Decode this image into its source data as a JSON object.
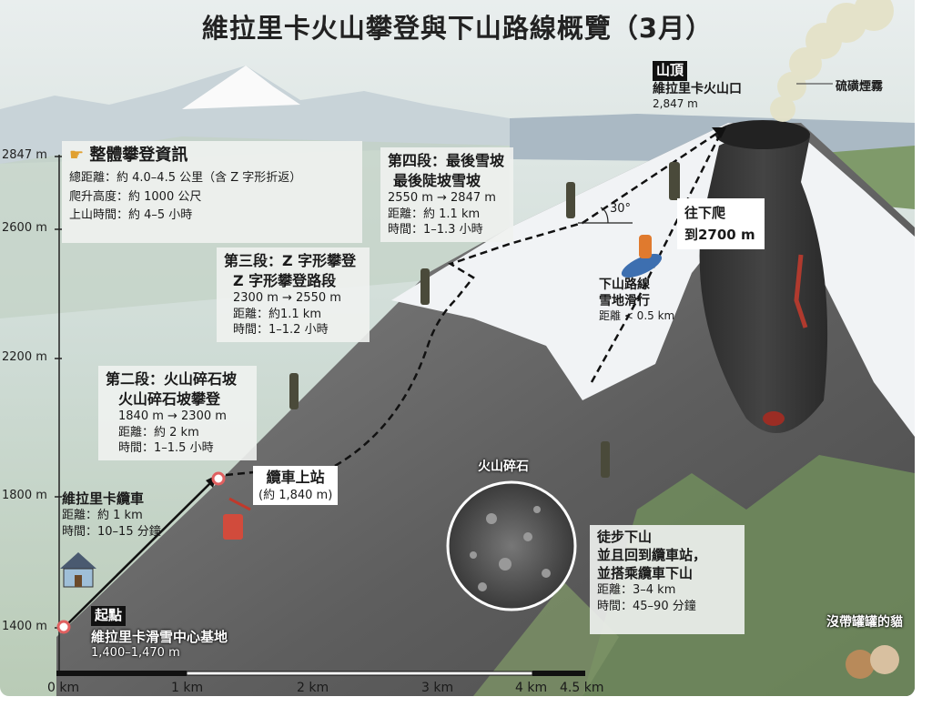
{
  "title": "維拉里卡火山攀登與下山路線概覽（3月）",
  "y_axis": [
    "2847 m",
    "2600 m",
    "2200 m",
    "1800 m",
    "1400 m"
  ],
  "x_axis": [
    "0 km",
    "1 km",
    "2 km",
    "3 km",
    "4 km",
    "4.5 km"
  ],
  "overview": {
    "icon": "pointing-hand-icon",
    "heading": "整體攀登資訊",
    "lines": [
      "總距離：約 4.0–4.5 公里（含 Z 字形折返）",
      "爬升高度：約 1000 公尺",
      "上山時間：約 4–5 小時"
    ]
  },
  "section4": {
    "h1": "第四段：最後雪坡",
    "h2": "最後陡坡雪坡",
    "alt": "2550 m → 2847 m",
    "dist": "距離：約 1.1 km",
    "time": "時間：1–1.3 小時"
  },
  "section3": {
    "h1": "第三段：Z 字形攀登",
    "h2": "Z 字形攀登路段",
    "alt": "2300 m → 2550 m",
    "dist": "距離：約1.1 km",
    "time": "時間：1–1.2 小時"
  },
  "section2": {
    "h1": "第二段：火山碎石坡",
    "h2": "火山碎石坡攀登",
    "alt": "1840 m → 2300 m",
    "dist": "距離：約 2  km",
    "time": "時間：1–1.5 小時"
  },
  "cable_station": {
    "name": "纜車上站",
    "alt": "(約 1,840 m)"
  },
  "cable_car": {
    "name": "維拉里卡纜車",
    "dist": "距離：約 1 km",
    "time": "時間：10–15 分鐘"
  },
  "start": {
    "badge": "起點",
    "name": "維拉里卡滑雪中心基地",
    "alt": "1,400–1,470 m"
  },
  "summit": {
    "badge": "山頂",
    "name": "維拉里卡火山口",
    "alt": "2,847 m"
  },
  "sulfur": "硫磺煙霧",
  "slope_angle": "30°",
  "descend_climb": {
    "l1": "往下爬",
    "l2": "到2700 m"
  },
  "snow_slide": {
    "l1": "下山路線",
    "l2": "雪地滑行",
    "dist": "距離 < 0.5 km"
  },
  "rock_label": "火山碎石",
  "walk_down": {
    "l1": "徒步下山",
    "l2": "並且回到纜車站，",
    "l3": "並搭乘纜車下山",
    "dist": "距離：3–4 km",
    "time": "時間：45–90 分鐘"
  },
  "watermark": "沒帶罐罐的貓",
  "colors": {
    "sky": "#dfe8e8",
    "rock": "#6b6b6b",
    "snow": "#f2f4f6",
    "crater": "#333333",
    "lava": "#c0392b",
    "foothill": "#7d9466",
    "marker": "#e06060"
  }
}
